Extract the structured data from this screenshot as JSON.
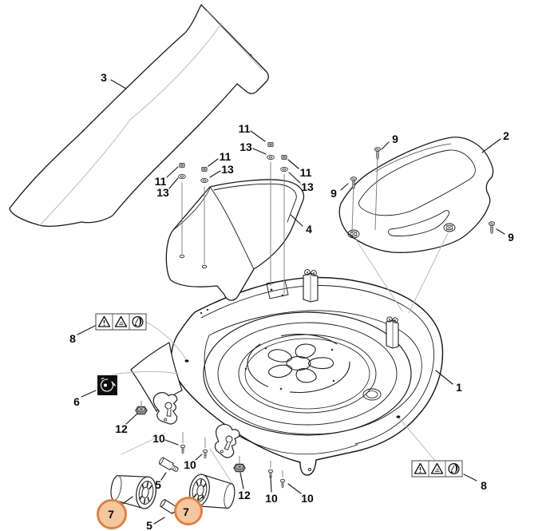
{
  "diagram": {
    "background": "#ffffff",
    "line_color": "#1a1a1a",
    "soft_line_color": "#b8b8b8",
    "callouts": {
      "c1": "1",
      "c2": "2",
      "c3": "3",
      "c4": "4",
      "c5a": "5",
      "c5b": "5",
      "c6": "6",
      "c7a": "7",
      "c7b": "7",
      "c8a": "8",
      "c8b": "8",
      "c9a": "9",
      "c9b": "9",
      "c9c": "9",
      "c10a": "10",
      "c10b": "10",
      "c10c": "10",
      "c10d": "10",
      "c11a": "11",
      "c11b": "11",
      "c11c": "11",
      "c11d": "11",
      "c12a": "12",
      "c12b": "12",
      "c13a": "13",
      "c13b": "13",
      "c13c": "13",
      "c13d": "13"
    },
    "highlight": {
      "highlighted_part": "7",
      "fill": "#f4c7a0",
      "stroke": "#e08142"
    },
    "stickers": {
      "warning_label_icons": [
        "warning-triangle-icon",
        "read-manual-warning-icon",
        "rotating-blade-icon"
      ],
      "belt_label_icon": "belt-routing-icon"
    }
  }
}
